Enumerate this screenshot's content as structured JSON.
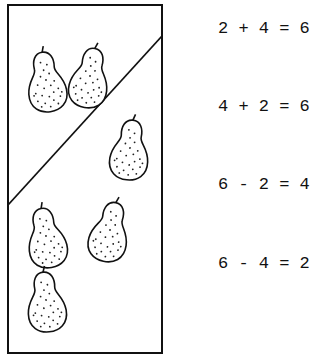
{
  "diagram": {
    "labels": [
      "2 + 4 = 6",
      "4 + 2 = 6",
      "6 - 2 = 4",
      "6 - 4 = 2"
    ]
  }
}
